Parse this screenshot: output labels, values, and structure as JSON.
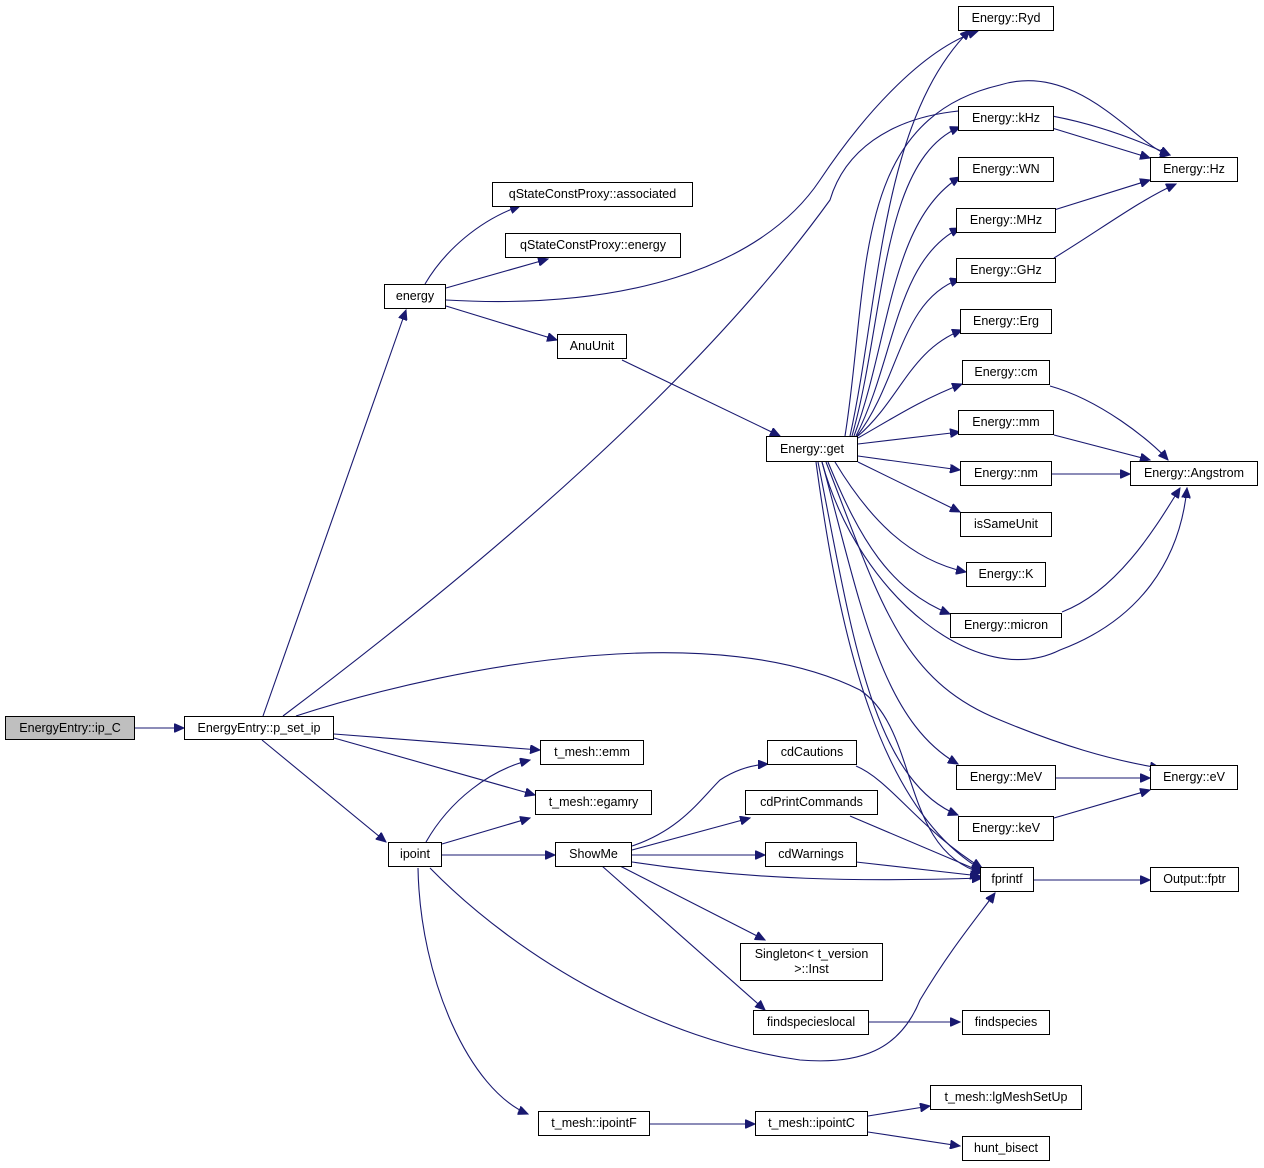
{
  "graph": {
    "edge_color": "#191970",
    "root_fill": "#bfbfbf",
    "nodes": [
      {
        "id": "ip_c",
        "label": "EnergyEntry::ip_C",
        "root": true
      },
      {
        "id": "p_set_ip",
        "label": "EnergyEntry::p_set_ip"
      },
      {
        "id": "energy_fn",
        "label": "energy"
      },
      {
        "id": "ipoint",
        "label": "ipoint"
      },
      {
        "id": "assoc",
        "label": "qStateConstProxy::associated"
      },
      {
        "id": "qenergy",
        "label": "qStateConstProxy::energy"
      },
      {
        "id": "anuunit",
        "label": "AnuUnit"
      },
      {
        "id": "eget",
        "label": "Energy::get"
      },
      {
        "id": "ryd",
        "label": "Energy::Ryd"
      },
      {
        "id": "khz",
        "label": "Energy::kHz"
      },
      {
        "id": "wn",
        "label": "Energy::WN"
      },
      {
        "id": "mhz",
        "label": "Energy::MHz"
      },
      {
        "id": "ghz",
        "label": "Energy::GHz"
      },
      {
        "id": "erg",
        "label": "Energy::Erg"
      },
      {
        "id": "cm",
        "label": "Energy::cm"
      },
      {
        "id": "mm",
        "label": "Energy::mm"
      },
      {
        "id": "nm",
        "label": "Energy::nm"
      },
      {
        "id": "issame",
        "label": "isSameUnit"
      },
      {
        "id": "k",
        "label": "Energy::K"
      },
      {
        "id": "micron",
        "label": "Energy::micron"
      },
      {
        "id": "mev",
        "label": "Energy::MeV"
      },
      {
        "id": "kev",
        "label": "Energy::keV"
      },
      {
        "id": "hz",
        "label": "Energy::Hz"
      },
      {
        "id": "angstrom",
        "label": "Energy::Angstrom"
      },
      {
        "id": "ev",
        "label": "Energy::eV"
      },
      {
        "id": "emm",
        "label": "t_mesh::emm"
      },
      {
        "id": "egamry",
        "label": "t_mesh::egamry"
      },
      {
        "id": "showme",
        "label": "ShowMe"
      },
      {
        "id": "cdcautions",
        "label": "cdCautions"
      },
      {
        "id": "cdprint",
        "label": "cdPrintCommands"
      },
      {
        "id": "cdwarnings",
        "label": "cdWarnings"
      },
      {
        "id": "singleton",
        "label": "Singleton< t_version\n>::Inst"
      },
      {
        "id": "findlocal",
        "label": "findspecieslocal"
      },
      {
        "id": "findspecies",
        "label": "findspecies"
      },
      {
        "id": "fprintf",
        "label": "fprintf"
      },
      {
        "id": "fptr",
        "label": "Output::fptr"
      },
      {
        "id": "ipointf",
        "label": "t_mesh::ipointF"
      },
      {
        "id": "ipointc",
        "label": "t_mesh::ipointC"
      },
      {
        "id": "lgmesh",
        "label": "t_mesh::lgMeshSetUp"
      },
      {
        "id": "hunt",
        "label": "hunt_bisect"
      }
    ]
  }
}
